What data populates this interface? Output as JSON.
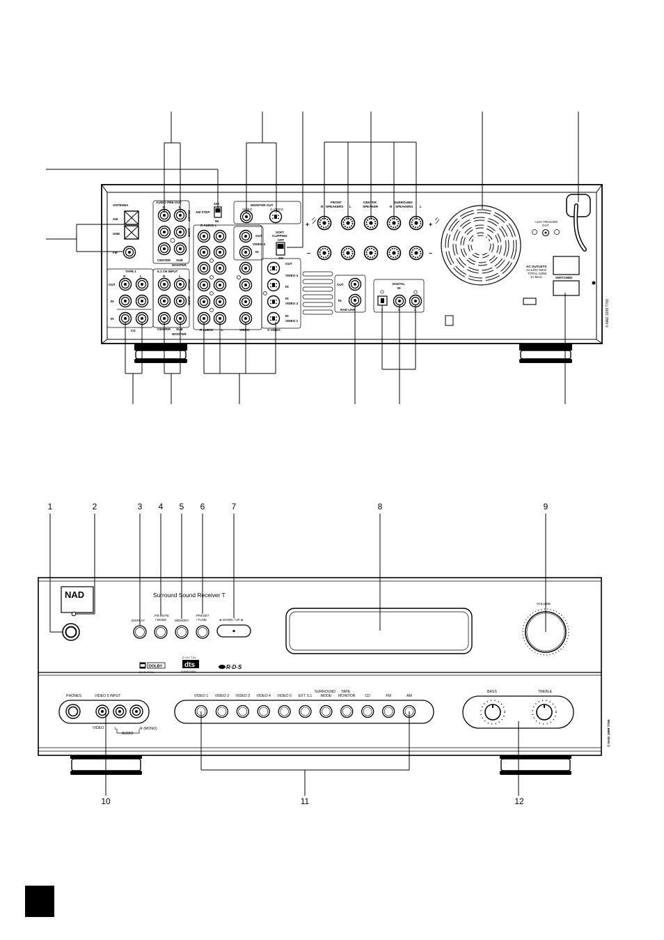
{
  "rear_panel": {
    "antenna": {
      "title": "ANTENNA",
      "am": "AM",
      "gnd": "GND",
      "fm": "FM"
    },
    "audio_preout": {
      "title": "AUDIO  PRE-OUT",
      "r": "R",
      "l": "L",
      "front": "FRONT",
      "surr": "SURR",
      "center": "CENTER",
      "sub": "SUB",
      "woofer": "WOOFER"
    },
    "am_step": {
      "10k": "10K",
      "label": "AM STEP",
      "9k": "9K"
    },
    "monitor_out": {
      "title": "MONITOR  OUT",
      "video": "VIDEO",
      "svideo": "S-VIDEO"
    },
    "soft_clipping": {
      "title": "SOFT",
      "title2": "CLIPPING",
      "off": "OFF",
      "on": "ON"
    },
    "tape1": {
      "title": "TAPE 1",
      "r": "R",
      "l": "L",
      "out": "OUT",
      "in": "IN",
      "cd_in": "IN",
      "cd": "CD"
    },
    "ch51": {
      "title": "5.1  CH INPUT",
      "r": "R",
      "l": "L",
      "front": "FRONT",
      "surr": "SURR",
      "center": "CENTER",
      "sub": "SUB",
      "woofer": "WOOFER"
    },
    "audio_video": {
      "audio_top": "R  AUDIO  L",
      "out": "OUT",
      "in": "IN",
      "video4": "VIDEO 4",
      "video3": "VIDEO 3",
      "video2": "VIDEO 2",
      "video1": "VIDEO 1",
      "r_audio": "R  AUDIO",
      "l": "L",
      "video": "VIDEO",
      "svideo": "S  VIDEO"
    },
    "speakers": {
      "front": "FRONT",
      "front2": "SPEAKERS",
      "center": "CENTER",
      "center2": "SPEAKER",
      "surround": "SURROUND",
      "surround2": "SPEAKERS",
      "r": "R",
      "l": "L",
      "plus": "+",
      "minus": "–"
    },
    "nad_link": {
      "out": "OUT",
      "in": "IN",
      "title": "NAD LINK"
    },
    "digital_in": {
      "title": "DIGITAL",
      "title2": "IN",
      "n1": "1",
      "n2": "2",
      "n3": "3"
    },
    "trigger": {
      "l1": "+12V TRIGGER",
      "l2": "OUT"
    },
    "ac_outlets": {
      "l1": "AC OUTLETS",
      "l2": "AC120V  60Hz",
      "l3": "TOTAL 120W",
      "l4": "1A MAX.",
      "switched": "SWITCHED"
    },
    "copyright": "© NAD 1999 T760"
  },
  "front_panel": {
    "callouts": [
      "1",
      "2",
      "3",
      "4",
      "5",
      "6",
      "7",
      "8",
      "9",
      "10",
      "11",
      "12"
    ],
    "logo": "NAD",
    "model": "Surround  Sound  Receiver  T",
    "buttons": {
      "display": "DISPLAY",
      "fm_mute_1": "FM MUTE",
      "fm_mute_2": "/ MODE",
      "memory": "MEMORY",
      "preset_1": "PRESET",
      "preset_2": "/ TUNE",
      "downup": "◄ DOWN / UP ►"
    },
    "volume": "VOLUME",
    "dolby_1": "DOLBY",
    "dolby_2": "D I G I T A L",
    "dts_top": "D I G I T A L",
    "dts": "dts",
    "dts_bottom": "SURROUND",
    "rds": "R·D·S",
    "phones": "PHONES",
    "video5_input": "VIDEO  5   INPUT",
    "video": "VIDEO",
    "audio": "AUDIO",
    "r_mono": "R (MONO)",
    "l_marker": "L",
    "sources": [
      "VIDEO 1",
      "VIDEO 2",
      "VIDEO 3",
      "VIDEO 4",
      "VIDEO 5",
      "EXT. 5.1",
      "MODE",
      "MONITOR",
      "CD",
      "FM",
      "AM"
    ],
    "surround_label": "SURROUND",
    "tape_label": "TAPE",
    "bass": "BASS",
    "treble": "TREBLE",
    "copyright": "© NAD 1999 T760"
  }
}
